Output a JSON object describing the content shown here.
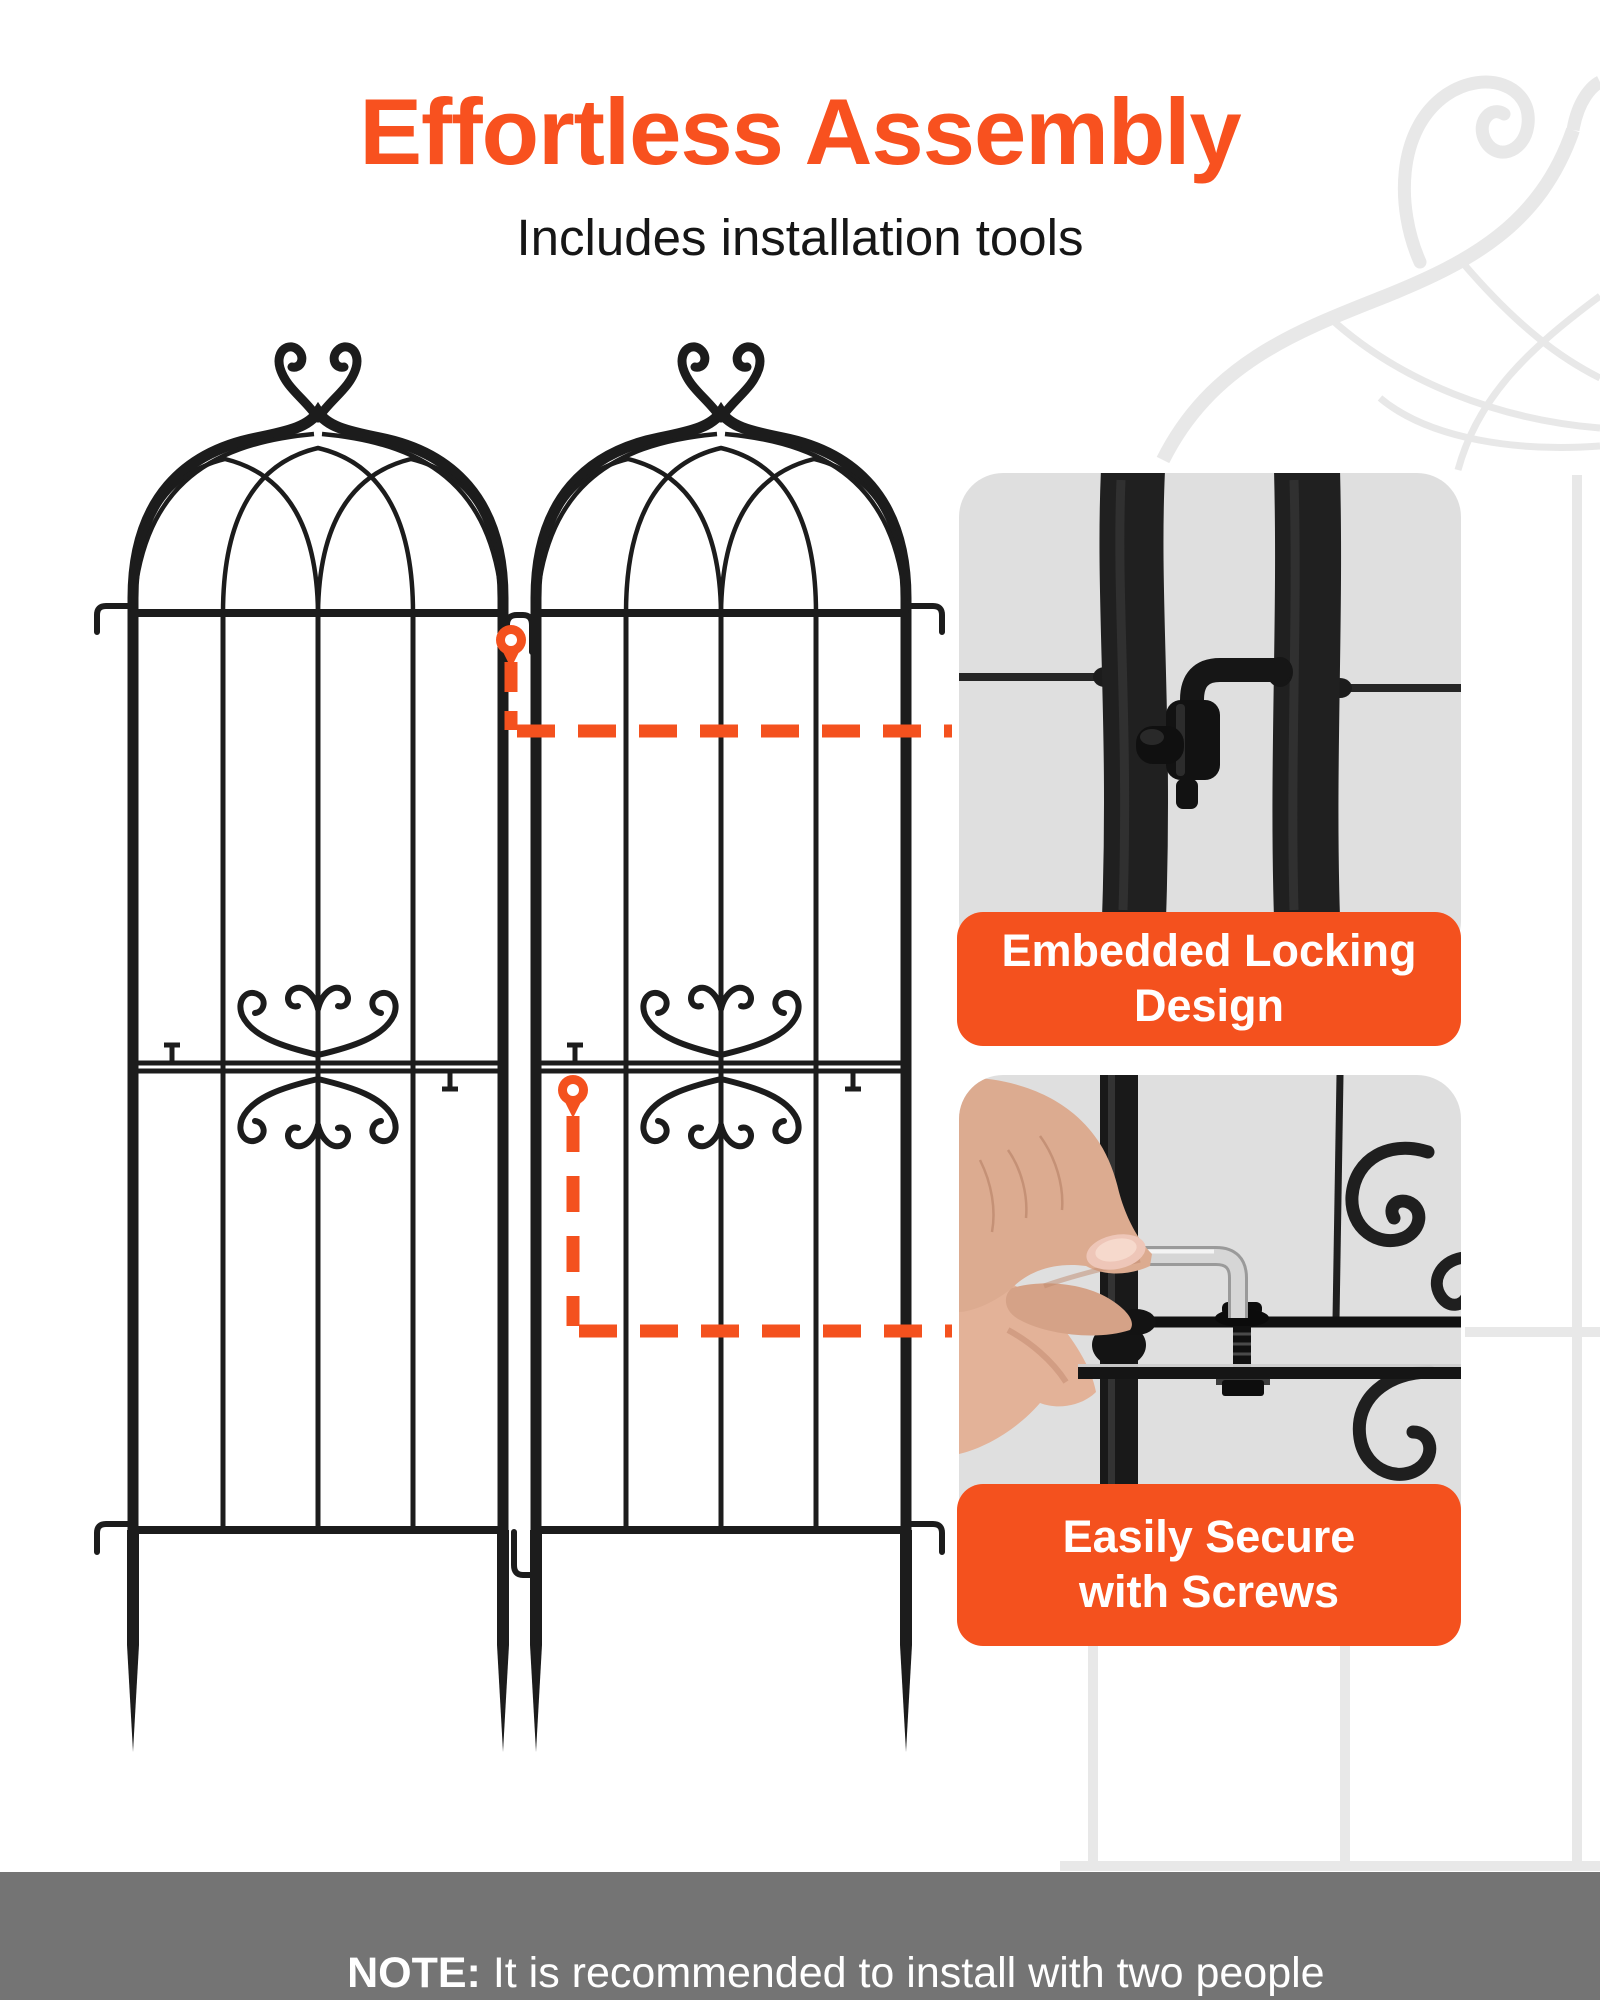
{
  "header": {
    "title": "Effortless Assembly",
    "subtitle": "Includes installation tools"
  },
  "callouts": [
    {
      "id": "embedded-locking",
      "line1": "Embedded Locking",
      "line2": "Design"
    },
    {
      "id": "easily-secure",
      "line1": "Easily Secure",
      "line2": "with Screws"
    }
  ],
  "note": {
    "prefix": "NOTE:",
    "text": " It is recommended to install with two people"
  },
  "illustration": {
    "subject": "two metal garden trellis panels connected side by side",
    "panel_count": 2,
    "marker_icons": [
      "location-pin-marker",
      "location-pin-marker"
    ],
    "callout_targets": [
      "locking hook between panels at top rail",
      "screw clamp on middle rail"
    ]
  },
  "colors": {
    "accent_orange": "#f4511e",
    "title_orange": "#f8511f",
    "ink_black": "#1c1c1c",
    "card_gray": "#dfdfdf",
    "note_bar_gray": "#747474",
    "watermark_gray": "#e8e8e8",
    "skin_tone": "#dcab90",
    "metal_silver": "#d6d6d6",
    "background": "#ffffff"
  }
}
